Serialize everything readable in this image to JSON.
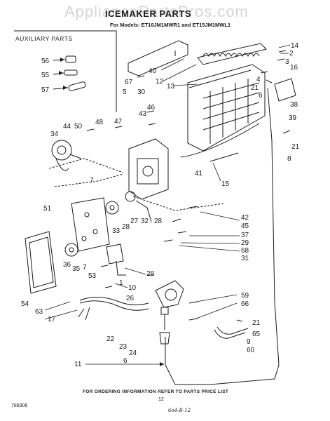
{
  "watermark": "AppliancePartsPros.com",
  "title": "ICEMAKER PARTS",
  "subtitle": "For Models: ET16JM1MWR1 and ET15JM1MWL1",
  "auxiliary_label": "AUXILIARY PARTS",
  "footer_note": "FOR ORDERING INFORMATION REFER TO PARTS PRICE LIST",
  "doc_number": "789306",
  "page_number": "12",
  "handwritten_note": "6o4-B-12",
  "callouts": {
    "c14": "14",
    "c2": "2",
    "c3": "3",
    "c16": "16",
    "c4": "4",
    "c21a": "21",
    "c6": "6",
    "c38": "38",
    "c39": "39",
    "c21b": "21",
    "c8": "8",
    "c40": "40",
    "c12": "12",
    "c67": "67",
    "c5": "5",
    "c13": "13",
    "c30": "30",
    "c46": "46",
    "c43": "43",
    "c48": "48",
    "c47": "47",
    "c44": "44",
    "c50": "50",
    "c34": "34",
    "c41": "41",
    "c15": "15",
    "c7a": "7",
    "c51": "51",
    "c33": "33",
    "c28a": "28",
    "c27": "27",
    "c32": "32",
    "c28b": "28",
    "c42": "42",
    "c45": "45",
    "c37": "37",
    "c29": "29",
    "c68": "68",
    "c31": "31",
    "c36": "36",
    "c35": "35",
    "c7b": "7",
    "c53": "53",
    "c28c": "28",
    "c1": "1",
    "c10": "10",
    "c26": "26",
    "c54": "54",
    "c63": "63",
    "c17": "17",
    "c59": "59",
    "c66": "66",
    "c21c": "21",
    "c65": "65",
    "c9": "9",
    "c60": "60",
    "c22": "22",
    "c23": "23",
    "c24": "24",
    "c6b": "6",
    "c11": "11",
    "c56": "56",
    "c55": "55",
    "c57": "57"
  }
}
